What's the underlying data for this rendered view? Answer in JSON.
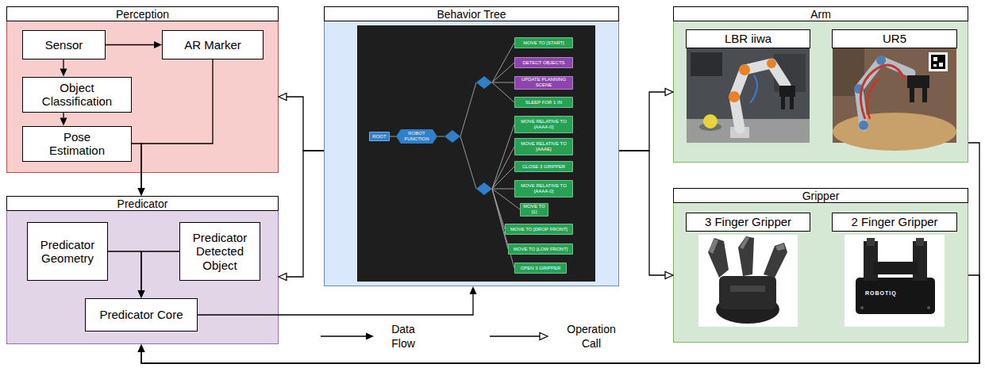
{
  "diagram": {
    "nodes": [
      {
        "text": [
          "Perception"
        ]
      },
      {
        "text": [
          "Sensor"
        ],
        "in": 0
      },
      {
        "text": [
          "AR Marker"
        ],
        "in": 0
      },
      {
        "text": [
          "Object Classification"
        ],
        "in": 0
      },
      {
        "text": [
          "Pose Estimation"
        ],
        "in": 0
      },
      {
        "text": [
          "Predicator"
        ]
      },
      {
        "text": [
          "Predicator Geometry"
        ],
        "in": 5
      },
      {
        "text": [
          "Predicator Detected Object"
        ],
        "in": 5
      },
      {
        "text": [
          "Predicator Core"
        ],
        "in": 5
      },
      {
        "text": [
          "Behavior Tree"
        ]
      },
      {
        "text": [
          "ROOT"
        ],
        "in": 9
      },
      {
        "text": [
          "ROBOT FUNCTION"
        ],
        "in": 9
      },
      {
        "text": [
          "MOVE TO [START]"
        ],
        "in": 9
      },
      {
        "text": [
          "DETECT OBJECTS"
        ],
        "in": 9
      },
      {
        "text": [
          "UPDATE PLANNING SCENE"
        ],
        "in": 9
      },
      {
        "text": [
          "SLEEP FOR 1 IN"
        ],
        "in": 9
      },
      {
        "text": [
          "MOVE RELATIVE TO [AAAA-0]"
        ],
        "in": 9
      },
      {
        "text": [
          "MOVE RELATIVE TO [AAAE]"
        ],
        "in": 9
      },
      {
        "text": [
          "CLOSE 3 GRIPPER"
        ],
        "in": 9
      },
      {
        "text": [
          "MOVE RELATIVE TO [AAAA-0]"
        ],
        "in": 9
      },
      {
        "text": [
          "MOVE TO [1]"
        ],
        "in": 9
      },
      {
        "text": [
          "MOVE TO [DROP FRONT]"
        ],
        "in": 9
      },
      {
        "text": [
          "MOVE TO [LOW FRONT]"
        ],
        "in": 9
      },
      {
        "text": [
          "OPEN 3 GRIPPER"
        ],
        "in": 9
      },
      {
        "text": [
          "Arm"
        ]
      },
      {
        "text": [
          "LBR iiwa"
        ],
        "in": 24
      },
      {
        "text": [
          "UR5"
        ],
        "in": 24
      },
      {
        "text": [
          "Gripper"
        ]
      },
      {
        "text": [
          "3 Finger Gripper"
        ],
        "in": 27
      },
      {
        "text": [
          "2 Finger Gripper"
        ],
        "in": 27
      }
    ],
    "edges": [
      {
        "from": 1,
        "to": 2,
        "arrow": "to"
      },
      {
        "from": 1,
        "to": 3,
        "arrow": "to"
      },
      {
        "from": 3,
        "to": 4,
        "arrow": "to"
      },
      {
        "from": 2,
        "to": 5,
        "arrow": "to"
      },
      {
        "from": 4,
        "to": 5,
        "arrow": "to"
      },
      {
        "from": 6,
        "to": 8,
        "arrow": "to"
      },
      {
        "from": 7,
        "to": 8,
        "arrow": "to"
      },
      {
        "from": 8,
        "to": 9,
        "arrow": "to"
      },
      {
        "from": 9,
        "to": 0,
        "arrow": "to"
      },
      {
        "from": 9,
        "to": 5,
        "arrow": "to"
      },
      {
        "from": 9,
        "to": 24,
        "arrow": "to"
      },
      {
        "from": 9,
        "to": 27,
        "arrow": "to"
      },
      {
        "from": 24,
        "to": 5,
        "arrow": "to"
      },
      {
        "from": 27,
        "to": 5,
        "arrow": "to"
      },
      {
        "from": 10,
        "to": 11,
        "arrow": "none"
      }
    ],
    "labels": [
      "ROBOTIQ"
    ],
    "legend": [
      {
        "text": "Data Flow"
      },
      {
        "text": "Operation Call"
      }
    ]
  }
}
